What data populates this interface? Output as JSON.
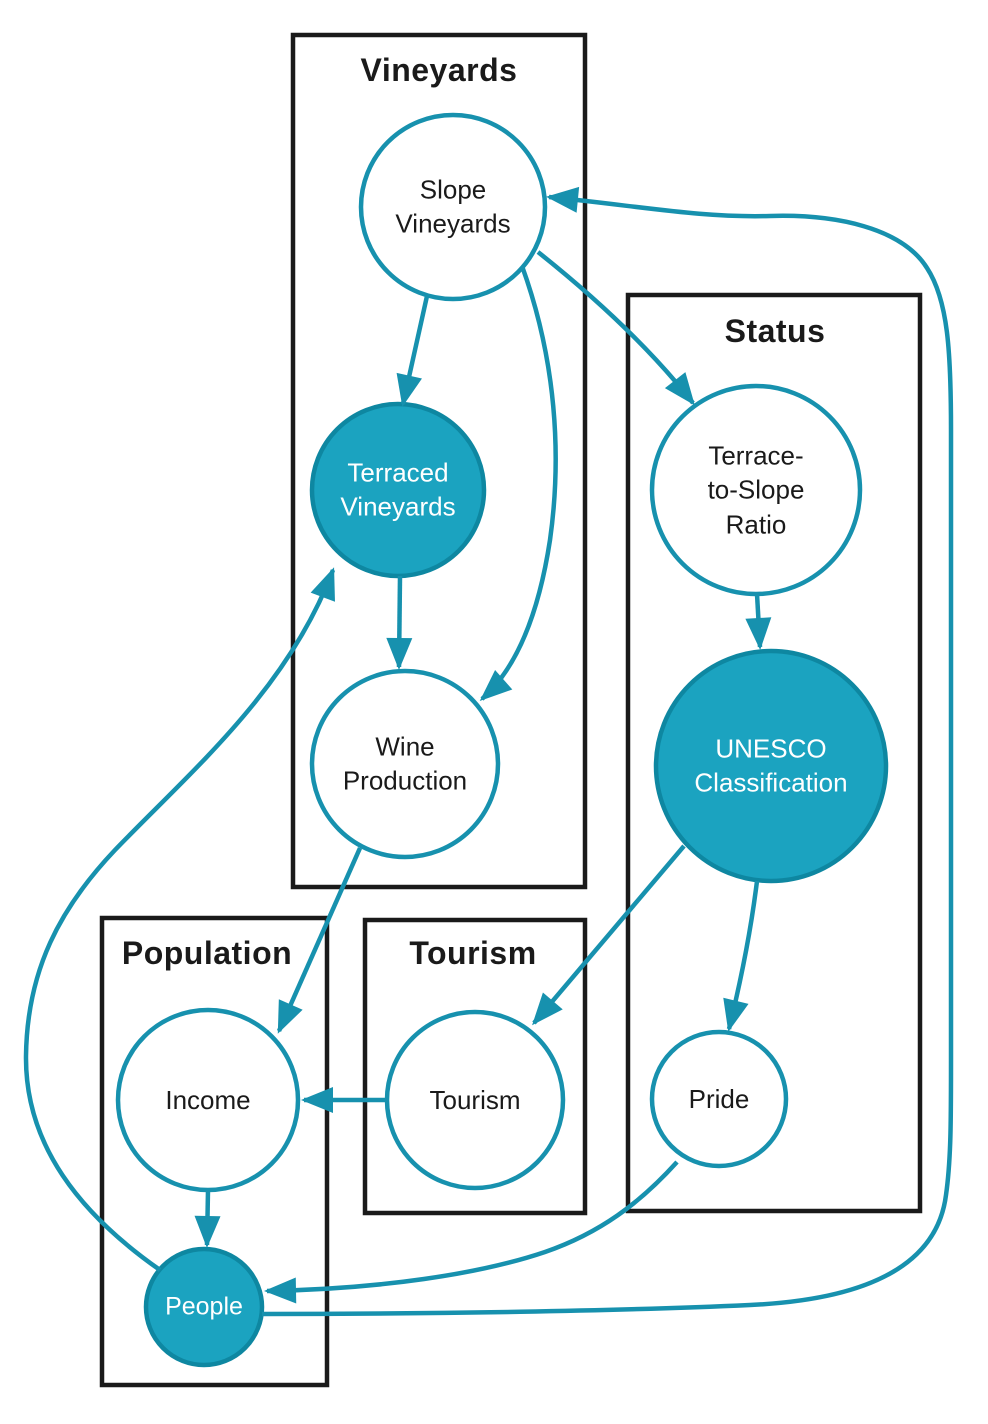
{
  "diagram": {
    "type": "causal-diagram",
    "groups": [
      {
        "id": "vineyards",
        "label": "Vineyards"
      },
      {
        "id": "status",
        "label": "Status"
      },
      {
        "id": "population",
        "label": "Population"
      },
      {
        "id": "tourism",
        "label": "Tourism"
      }
    ],
    "nodes": [
      {
        "id": "slope-vineyards",
        "label": "Slope Vineyards",
        "lines": [
          "Slope",
          "Vineyards"
        ],
        "group": "Vineyards",
        "highlighted": false
      },
      {
        "id": "terraced-vineyards",
        "label": "Terraced Vineyards",
        "lines": [
          "Terraced",
          "Vineyards"
        ],
        "group": "Vineyards",
        "highlighted": true
      },
      {
        "id": "wine-production",
        "label": "Wine Production",
        "lines": [
          "Wine",
          "Production"
        ],
        "group": "Vineyards",
        "highlighted": false
      },
      {
        "id": "terrace-to-slope-ratio",
        "label": "Terrace-to-Slope Ratio",
        "lines": [
          "Terrace-",
          "to-Slope",
          "Ratio"
        ],
        "group": "Status",
        "highlighted": false
      },
      {
        "id": "unesco-classification",
        "label": "UNESCO Classification",
        "lines": [
          "UNESCO",
          "Classification"
        ],
        "group": "Status",
        "highlighted": true
      },
      {
        "id": "pride",
        "label": "Pride",
        "lines": [
          "Pride"
        ],
        "group": "Status",
        "highlighted": false
      },
      {
        "id": "income",
        "label": "Income",
        "lines": [
          "Income"
        ],
        "group": "Population",
        "highlighted": false
      },
      {
        "id": "people",
        "label": "People",
        "lines": [
          "People"
        ],
        "group": "Population",
        "highlighted": true
      },
      {
        "id": "tourism-node",
        "label": "Tourism",
        "lines": [
          "Tourism"
        ],
        "group": "Tourism",
        "highlighted": false
      }
    ],
    "edges": [
      {
        "from": "Slope Vineyards",
        "to": "Terraced Vineyards"
      },
      {
        "from": "Slope Vineyards",
        "to": "Wine Production"
      },
      {
        "from": "Slope Vineyards",
        "to": "Terrace-to-Slope Ratio"
      },
      {
        "from": "Terraced Vineyards",
        "to": "Wine Production"
      },
      {
        "from": "Terrace-to-Slope Ratio",
        "to": "UNESCO Classification"
      },
      {
        "from": "UNESCO Classification",
        "to": "Tourism"
      },
      {
        "from": "UNESCO Classification",
        "to": "Pride"
      },
      {
        "from": "Wine Production",
        "to": "Income"
      },
      {
        "from": "Tourism",
        "to": "Income"
      },
      {
        "from": "Income",
        "to": "People"
      },
      {
        "from": "Pride",
        "to": "People"
      },
      {
        "from": "People",
        "to": "Terraced Vineyards"
      },
      {
        "from": "People",
        "to": "Slope Vineyards"
      }
    ],
    "colors": {
      "accent": "#1791AE",
      "highlight_fill": "#1BA3C0",
      "highlight_stroke": "#0E87A1",
      "box_border": "#1A1A1A",
      "text": "#1A1A1A",
      "text_on_fill": "#FFFFFF",
      "background": "#FFFFFF"
    }
  }
}
